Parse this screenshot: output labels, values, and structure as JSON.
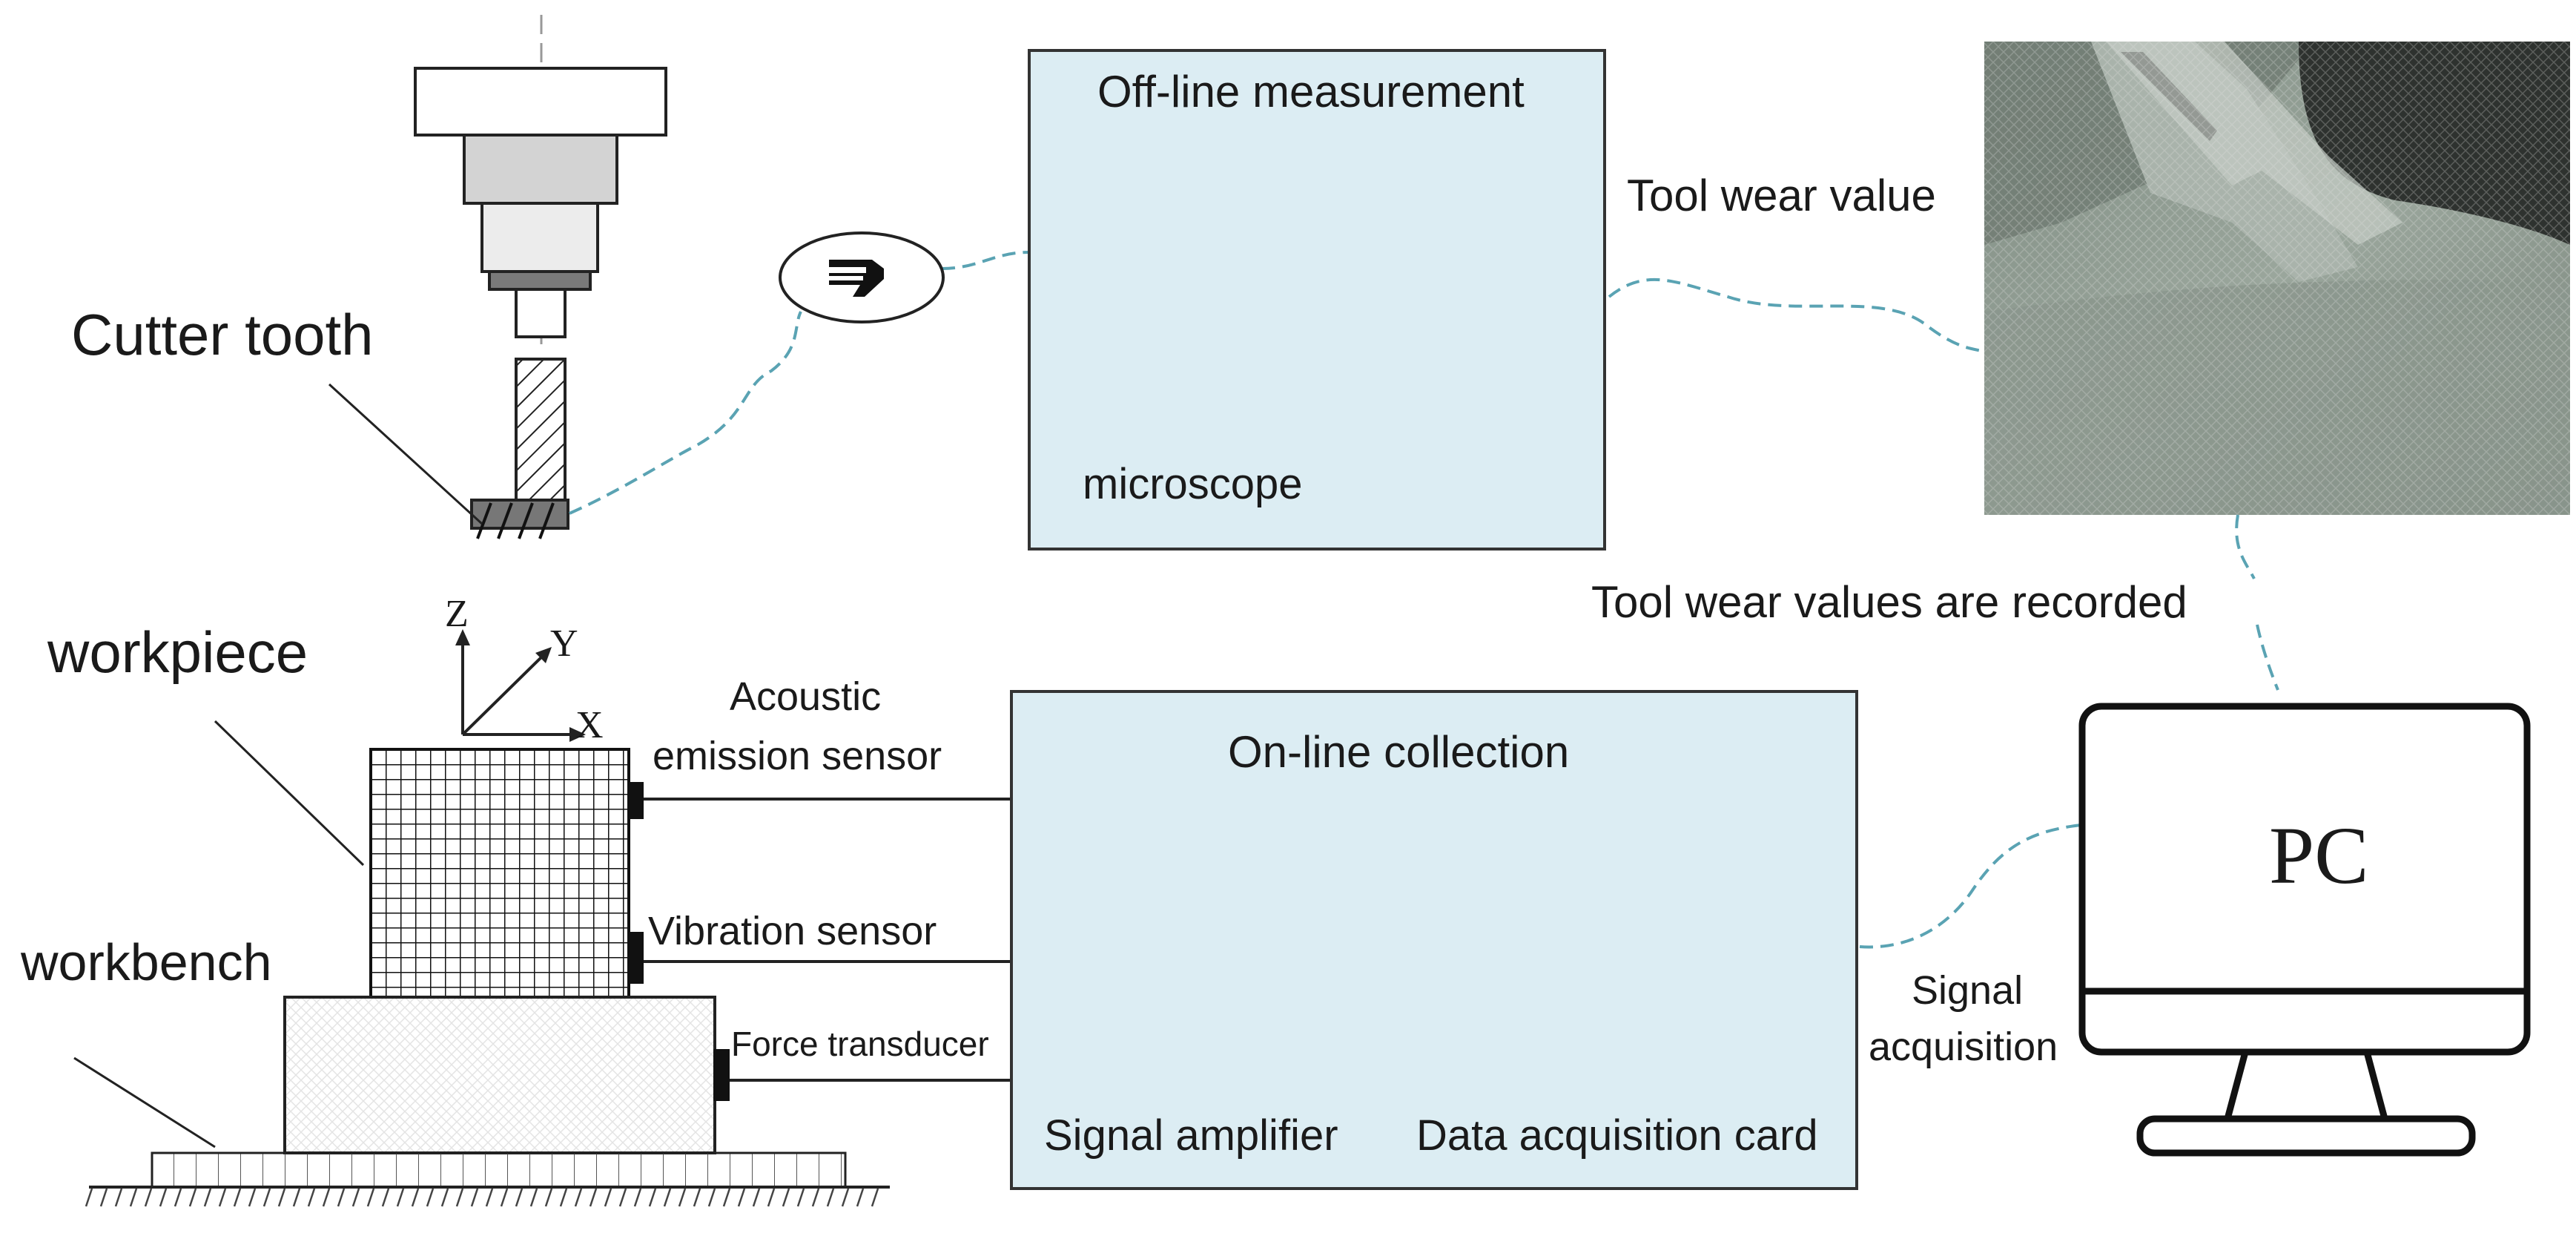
{
  "labels": {
    "cutter_tooth": "Cutter tooth",
    "workpiece": "workpiece",
    "workbench": "workbench",
    "axis_z": "Z",
    "axis_y": "Y",
    "axis_x": "X",
    "acoustic_line1": "Acoustic",
    "acoustic_line2": "emission sensor",
    "vibration_sensor": "Vibration sensor",
    "force_transducer": "Force transducer",
    "tool_wear_value": "Tool wear value",
    "tool_wear_recorded": "Tool wear values are recorded",
    "signal_acq_line1": "Signal",
    "signal_acq_line2": "acquisition",
    "pc": "PC"
  },
  "offline_box": {
    "title": "Off-line measurement",
    "microscope_label": "microscope"
  },
  "online_box": {
    "title": "On-line collection",
    "amplifier_label": "Signal amplifier",
    "daq_label": "Data acquisition card"
  },
  "colors": {
    "panel_fill": "#dcedf3",
    "dashed_link": "#5aa3b3",
    "amplifier_accent": "#e04848"
  }
}
